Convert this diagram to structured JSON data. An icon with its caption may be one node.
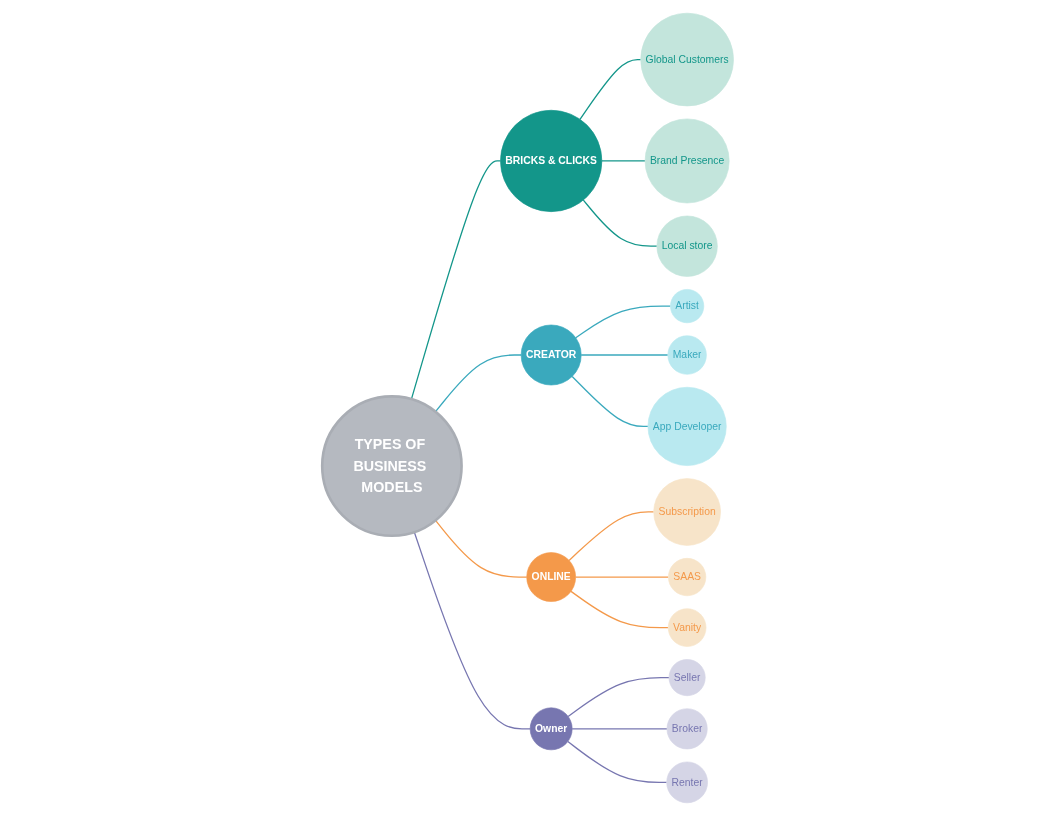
{
  "diagram": {
    "nodes": [
      {
        "text": [
          "TYPES OF BUSINESS MODELS"
        ]
      },
      {
        "text": [
          "BRICKS & CLICKS"
        ]
      },
      {
        "text": [
          "Global Customers"
        ]
      },
      {
        "text": [
          "Brand Presence"
        ]
      },
      {
        "text": [
          "Local store"
        ]
      },
      {
        "text": [
          "CREATOR"
        ]
      },
      {
        "text": [
          "Artist"
        ]
      },
      {
        "text": [
          "Maker"
        ]
      },
      {
        "text": [
          "App Developer"
        ]
      },
      {
        "text": [
          "ONLINE"
        ]
      },
      {
        "text": [
          "Subscription"
        ]
      },
      {
        "text": [
          "SAAS"
        ]
      },
      {
        "text": [
          "Vanity"
        ]
      },
      {
        "text": [
          "Owner"
        ]
      },
      {
        "text": [
          "Seller"
        ]
      },
      {
        "text": [
          "Broker"
        ]
      },
      {
        "text": [
          "Renter"
        ]
      }
    ],
    "edges": [
      {
        "from": 0,
        "to": 1,
        "arrow": "none",
        "color": "#13968a"
      },
      {
        "from": 1,
        "to": 2,
        "arrow": "none",
        "color": "#13968a"
      },
      {
        "from": 1,
        "to": 3,
        "arrow": "none",
        "color": "#13968a"
      },
      {
        "from": 1,
        "to": 4,
        "arrow": "none",
        "color": "#13968a"
      },
      {
        "from": 0,
        "to": 5,
        "arrow": "none",
        "color": "#3aa9bd"
      },
      {
        "from": 5,
        "to": 6,
        "arrow": "none",
        "color": "#3aa9bd"
      },
      {
        "from": 5,
        "to": 7,
        "arrow": "none",
        "color": "#3aa9bd"
      },
      {
        "from": 5,
        "to": 8,
        "arrow": "none",
        "color": "#3aa9bd"
      },
      {
        "from": 0,
        "to": 9,
        "arrow": "none",
        "color": "#f4994a"
      },
      {
        "from": 9,
        "to": 10,
        "arrow": "none",
        "color": "#f4994a"
      },
      {
        "from": 9,
        "to": 11,
        "arrow": "none",
        "color": "#f4994a"
      },
      {
        "from": 9,
        "to": 12,
        "arrow": "none",
        "color": "#f4994a"
      },
      {
        "from": 0,
        "to": 13,
        "arrow": "none",
        "color": "#7776b0"
      },
      {
        "from": 13,
        "to": 14,
        "arrow": "none",
        "color": "#7776b0"
      },
      {
        "from": 13,
        "to": 15,
        "arrow": "none",
        "color": "#7776b0"
      },
      {
        "from": 13,
        "to": 16,
        "arrow": "none",
        "color": "#7776b0"
      }
    ]
  }
}
